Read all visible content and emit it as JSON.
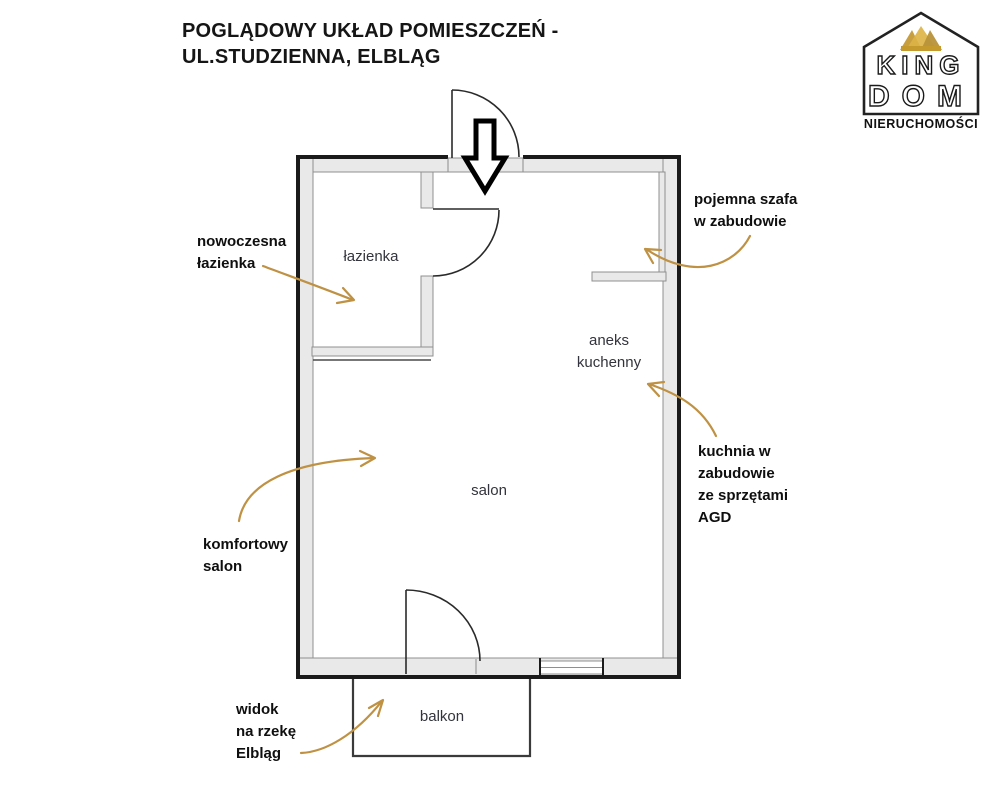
{
  "title": {
    "line1": "POGLĄDOWY UKŁAD POMIESZCZEŃ -",
    "line2": "UL.STUDZIENNA, ELBLĄG"
  },
  "logo": {
    "name_top": "KING",
    "name_bottom": "DOM",
    "subtitle": "NIERUCHOMOŚCI",
    "crown_color": "#d0a634",
    "outline_color": "#222222"
  },
  "rooms": {
    "bathroom": "łazienka",
    "kitchen_line1": "aneks",
    "kitchen_line2": "kuchenny",
    "living": "salon",
    "balcony": "balkon"
  },
  "annotations": {
    "bathroom": {
      "lines": [
        "nowoczesna",
        "łazienka"
      ]
    },
    "wardrobe": {
      "lines": [
        "pojemna szafa",
        "w zabudowie"
      ]
    },
    "kitchen": {
      "lines": [
        "kuchnia w",
        "zabudowie",
        "ze sprzętami",
        "AGD"
      ]
    },
    "living": {
      "lines": [
        "komfortowy",
        "salon"
      ]
    },
    "balcony": {
      "lines": [
        "widok",
        "na rzekę",
        "Elbląg"
      ]
    }
  },
  "colors": {
    "wall_fill": "#e9e9e9",
    "wall_stroke": "#909090",
    "outer_edge": "#1a1a1a",
    "arrow": "#bf9143",
    "room_label": "#33343d",
    "annotation": "#0f0f0f"
  }
}
